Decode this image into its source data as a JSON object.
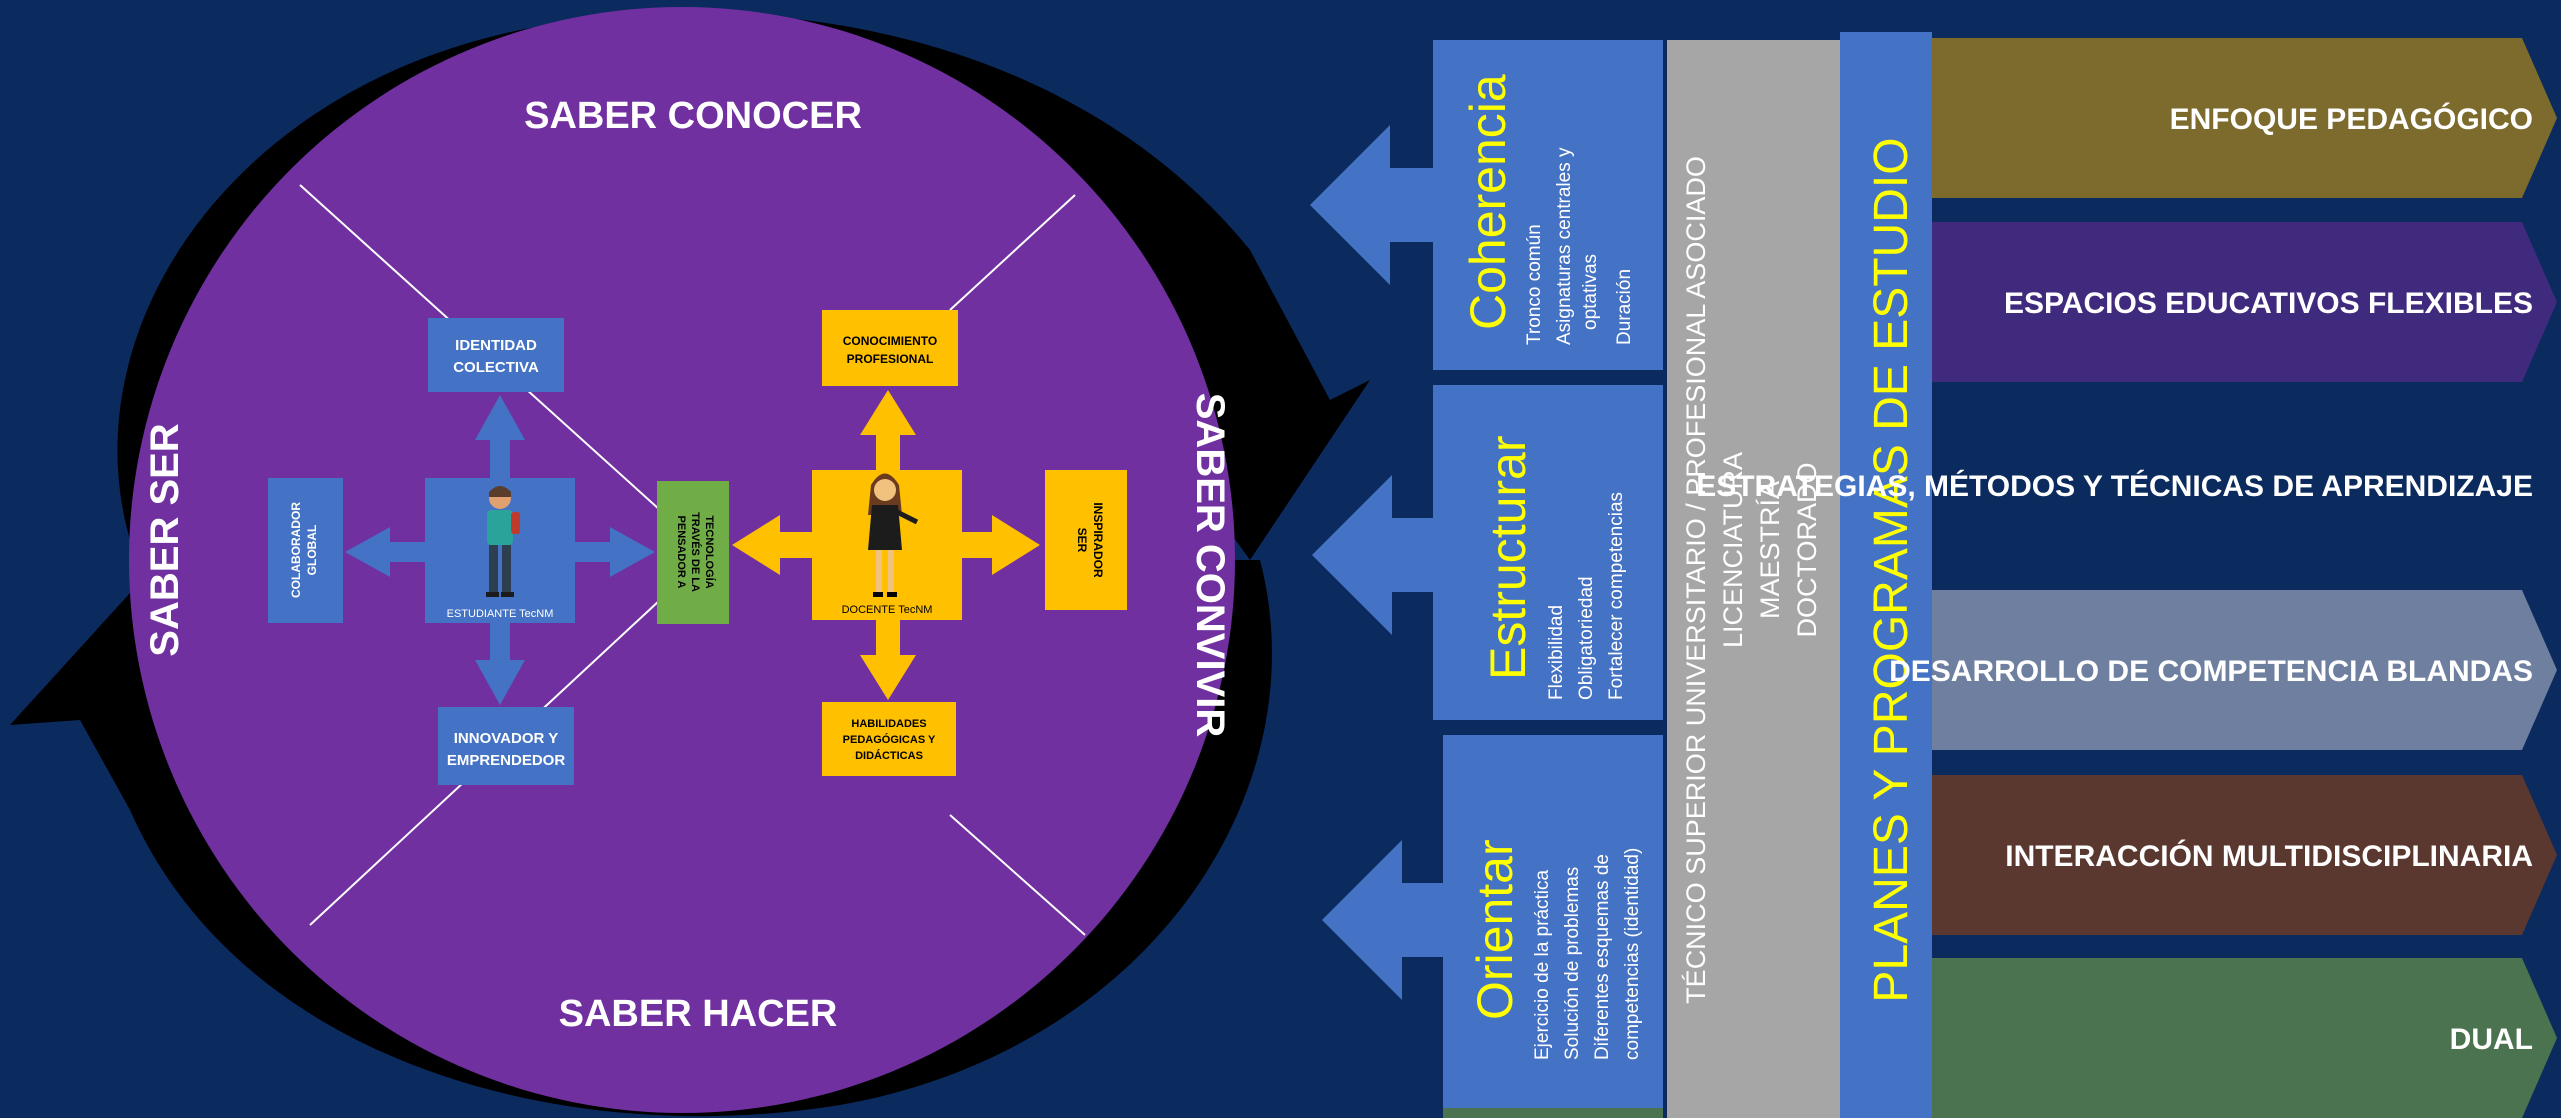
{
  "circle": {
    "top_label": "SABER CONOCER",
    "bottom_label": "SABER HACER",
    "left_label": "SABER SER",
    "right_label": "SABER CONVIVIR"
  },
  "student": {
    "caption": "ESTUDIANTE TecNM",
    "top_box": [
      "IDENTIDAD",
      "COLECTIVA"
    ],
    "left_box": [
      "COLABORADOR",
      "GLOBAL"
    ],
    "bottom_box": [
      "INNOVADOR Y",
      "EMPRENDEDOR"
    ]
  },
  "center_box": [
    "PENSADOR A",
    "TRAVÉS DE LA",
    "TECNOLOGÍA"
  ],
  "teacher": {
    "caption": "DOCENTE TecNM",
    "top_box": [
      "CONOCIMIENTO",
      "PROFESIONAL"
    ],
    "right_box": [
      "SER",
      "INSPIRADOR"
    ],
    "bottom_box": [
      "HABILIDADES",
      "PEDAGÓGICAS Y",
      "DIDÁCTICAS"
    ]
  },
  "principles": [
    {
      "title": "Coherencia",
      "items": [
        "Tronco común",
        "Asignaturas centrales y",
        "optativas",
        "Duración"
      ]
    },
    {
      "title": "Estructurar",
      "items": [
        "Flexibilidad",
        "Obligatoriedad",
        "Fortalecer competencias"
      ]
    },
    {
      "title": "Orientar",
      "items": [
        "Ejercicio de la práctica",
        "Solución de problemas",
        "Diferentes esquemas de",
        "competencias (identidad)"
      ]
    }
  ],
  "levels": [
    "TÉCNICO SUPERIOR UNIVERSITARIO / PROFESIONAL ASOCIADO",
    "LICENCIATURA",
    "MAESTRÍA",
    "DOCTORADO"
  ],
  "plans_title": "PLANES Y PROGRAMAS DE ESTUDIO",
  "bands": [
    {
      "label": "ENFOQUE PEDAGÓGICO",
      "color": "#7c6b2c"
    },
    {
      "label": "ESPACIOS EDUCATIVOS FLEXIBLES",
      "color": "#3f2a7e"
    },
    {
      "label": "ESTRATEGIAS, MÉTODOS Y TÉCNICAS DE APRENDIZAJE",
      "color": "#0b2a5e"
    },
    {
      "label": "DESARROLLO DE COMPETENCIA BLANDAS",
      "color": "#6e7fa0"
    },
    {
      "label": "INTERACCIÓN MULTIDISCIPLINARIA",
      "color": "#5a3830"
    },
    {
      "label": "DUAL",
      "color": "#4b7350"
    }
  ],
  "colors": {
    "background": "#0b2a5e",
    "circle": "#7030a0",
    "student_blue": "#4472c4",
    "teacher_gold": "#ffc000",
    "center_green": "#70ad47",
    "levels_gray": "#a6a6a6",
    "plans_blue": "#4472c4",
    "plans_text": "#ffff00",
    "principle_text": "#ffff00"
  }
}
